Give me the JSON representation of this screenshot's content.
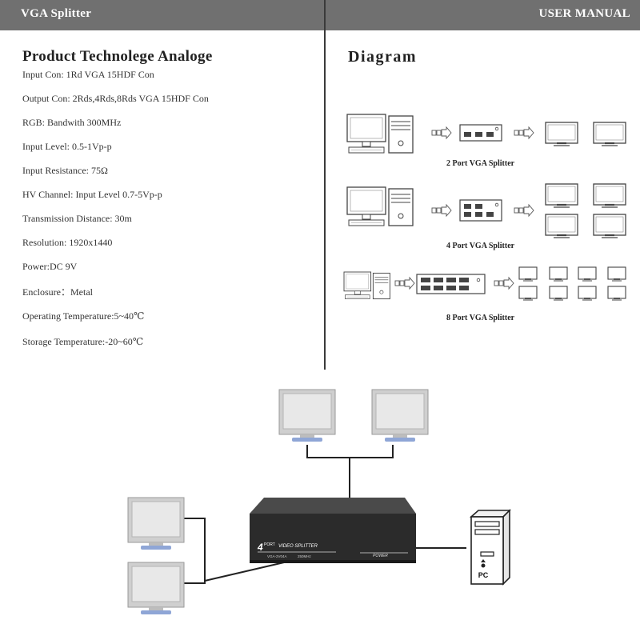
{
  "header": {
    "left_title": "VGA  Splitter",
    "right_title": "USER MANUAL"
  },
  "specs": {
    "title": "Product Technolege Analoge",
    "items": [
      "Input Con: 1Rd VGA 15HDF Con",
      "Output Con: 2Rds,4Rds,8Rds VGA 15HDF Con",
      "RGB: Bandwith 300MHz",
      "Input Level: 0.5-1Vp-p",
      "Input Resistance: 75Ω",
      "HV Channel: Input Level 0.7-5Vp-p",
      "Transmission Distance: 30m",
      "Resolution: 1920x1440",
      "Power:DC 9V",
      "Enclosure：Metal",
      "Operating Temperature:5~40℃",
      "Storage Temperature:-20~60℃"
    ]
  },
  "diagram": {
    "title": "Diagram",
    "captions": [
      "2 Port VGA  Splitter",
      "4 Port VGA  Splitter",
      "8 Port VGA  Splitter"
    ]
  },
  "device": {
    "ports_number": "4",
    "ports_word": "PORT",
    "name": "VIDEO SPLITTER",
    "model_left": "VGA-2V04A",
    "model_right": "250MHz",
    "power_label": "POWER"
  },
  "pc_label": "PC",
  "colors": {
    "header_bg": "#707070",
    "device_body": "#2b2b2b",
    "monitor_bezel": "#cfcfcf",
    "screen": "#e8e8e8"
  },
  "icons": [
    "monitor-icon",
    "computer-tower-icon",
    "arrow-right-icon",
    "vga-splitter-icon"
  ]
}
